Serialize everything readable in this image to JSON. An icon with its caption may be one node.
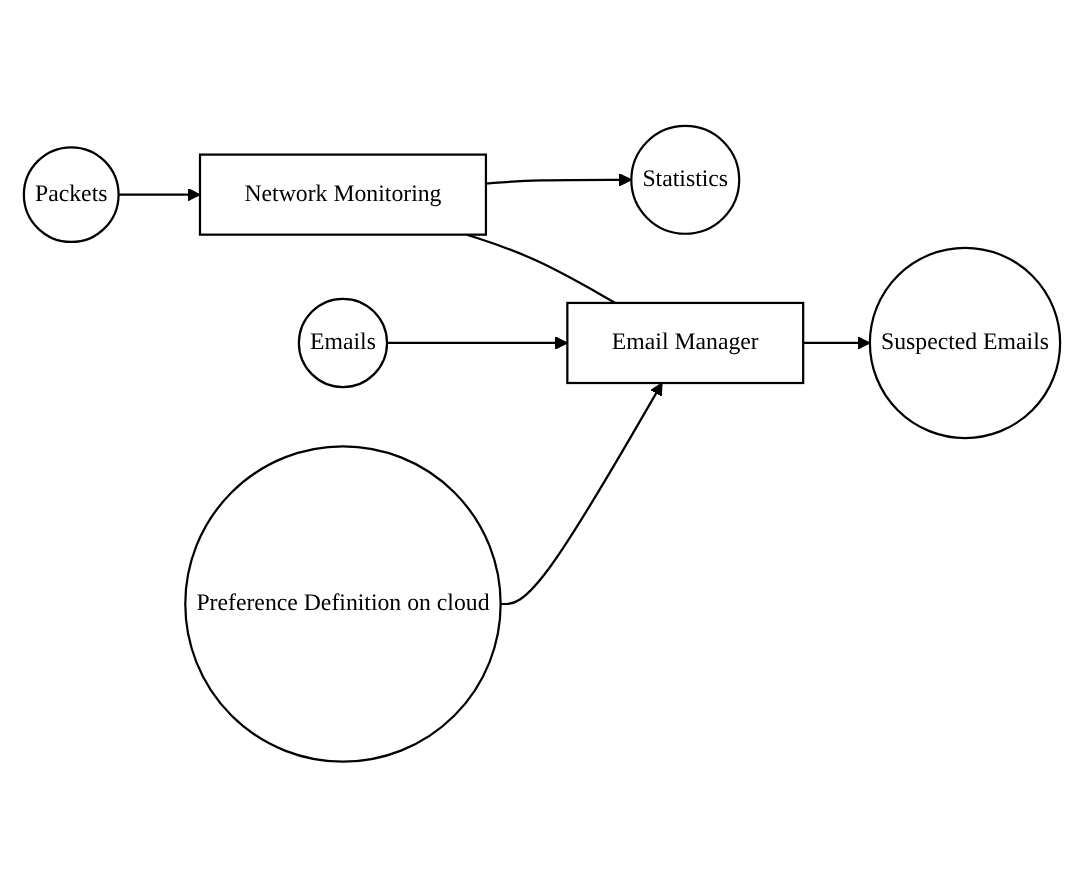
{
  "diagram": {
    "nodes": [
      {
        "text": [
          "Packets"
        ]
      },
      {
        "text": [
          "Network Monitoring"
        ]
      },
      {
        "text": [
          "Statistics"
        ]
      },
      {
        "text": [
          "Emails"
        ]
      },
      {
        "text": [
          "Email Manager"
        ]
      },
      {
        "text": [
          "Suspected Emails"
        ]
      },
      {
        "text": [
          "Preference Definition on cloud"
        ]
      }
    ],
    "edges": [
      {
        "from": 0,
        "to": 1,
        "arrow": "to"
      },
      {
        "from": 1,
        "to": 2,
        "arrow": "to"
      },
      {
        "from": 1,
        "to": 4,
        "arrow": "none"
      },
      {
        "from": 3,
        "to": 4,
        "arrow": "to"
      },
      {
        "from": 4,
        "to": 5,
        "arrow": "to"
      },
      {
        "from": 6,
        "to": 4,
        "arrow": "to"
      }
    ]
  }
}
